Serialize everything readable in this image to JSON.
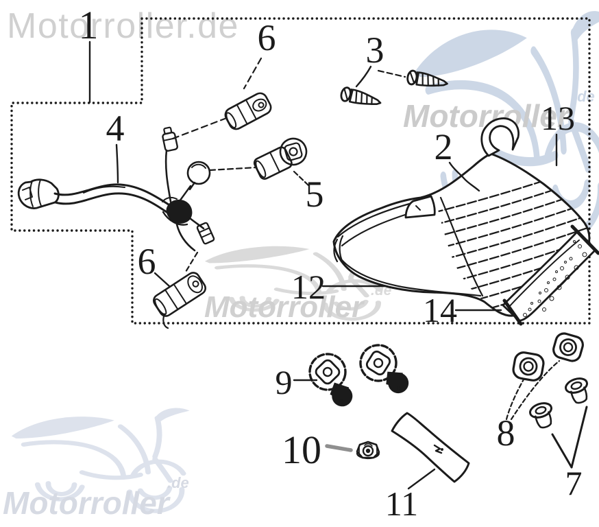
{
  "watermark": {
    "brand_full": "Motorroller.de",
    "brand_name": "Motorroller",
    "brand_tld": ".de"
  },
  "colors": {
    "ink": "#1b1b1b",
    "paper": "#ffffff",
    "watermark_gray_text": "#d0d0d0",
    "watermark_blue": "#ccd7e6",
    "watermark_pale": "#dde2ec",
    "leader_gray": "#8f8f8f"
  },
  "parts": {
    "p1": "1",
    "p2": "2",
    "p3": "3",
    "p4": "4",
    "p5": "5",
    "p6_top": "6",
    "p6_bottom": "6",
    "p7": "7",
    "p8": "8",
    "p9": "9",
    "p10": "10",
    "p11": "11",
    "p12": "12",
    "p13": "13",
    "p14": "14"
  }
}
